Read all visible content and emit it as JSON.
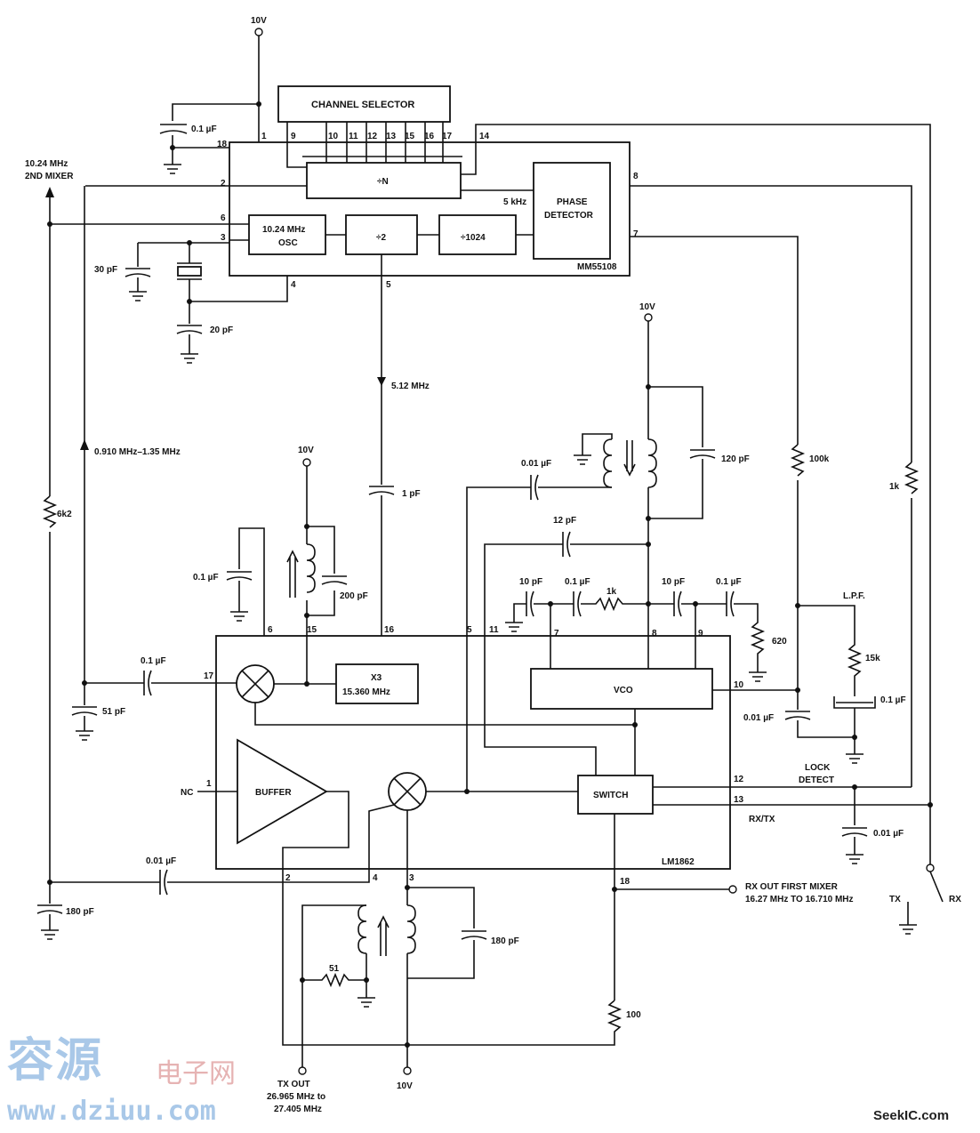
{
  "labels": {
    "v10_top": "10V",
    "channel_selector": "CHANNEL SELECTOR",
    "cap_01uf_top": "0.1 µF",
    "mhz_1024_2nd_mixer_1": "10.24 MHz",
    "mhz_1024_2nd_mixer_2": "2ND MIXER",
    "div_n": "÷N",
    "khz5": "5 kHz",
    "phase_detector_1": "PHASE",
    "phase_detector_2": "DETECTOR",
    "osc_1": "10.24 MHz",
    "osc_2": "OSC",
    "div2": "÷2",
    "div1024": "÷1024",
    "mm55108": "MM55108",
    "pf30": "30 pF",
    "pf20": "20 pF",
    "mhz512": "5.12 MHz",
    "v10_vco": "10V",
    "freq_range": "0.910 MHz–1.35 MHz",
    "k6_2": "6k2",
    "v10_mid": "10V",
    "cap_001uf_vco": "0.01 µF",
    "pf120": "120 pF",
    "k100": "100k",
    "k1": "1k",
    "pf1": "1 pF",
    "pf12": "12 pF",
    "cap_01uf_left": "0.1 µF",
    "pf200": "200 pF",
    "pf10_a": "10 pF",
    "cap_01uf_mid": "0.1 µF",
    "k1_mid": "1k",
    "pf10_b": "10 pF",
    "cap_01uf_right": "0.1 µF",
    "lpf": "L.P.F.",
    "r620": "620",
    "k15": "15k",
    "cap_01uf_lpf": "0.1 µF",
    "cap_001uf_lpf": "0.01 µF",
    "x3_1": "X3",
    "x3_2": "15.360 MHz",
    "vco": "VCO",
    "cap_01uf_17": "0.1 µF",
    "pf51": "51 pF",
    "nc": "NC",
    "buffer": "BUFFER",
    "switch": "SWITCH",
    "lock_detect_1": "LOCK",
    "lock_detect_2": "DETECT",
    "rx_tx": "RX/TX",
    "cap_001uf_sw": "0.01 µF",
    "lm1862": "LM1862",
    "cap_001uf_bottom": "0.01 µF",
    "pf180_left": "180 pF",
    "rx_out_1": "RX OUT FIRST MIXER",
    "rx_out_2": "16.27 MHz TO 16.710 MHz",
    "tx": "TX",
    "rx": "RX",
    "pf180_right": "180 pF",
    "r51": "51",
    "r100": "100",
    "tx_out_1": "TX OUT",
    "tx_out_2": "26.965 MHz to",
    "tx_out_3": "27.405 MHz",
    "v10_bottom": "10V"
  },
  "pins": {
    "p1": "1",
    "p18": "18",
    "p9": "9",
    "p10": "10",
    "p11": "11",
    "p12": "12",
    "p13": "13",
    "p15": "15",
    "p16": "16",
    "p17": "17",
    "p14": "14",
    "p2": "2",
    "p6": "6",
    "p3": "3",
    "p8": "8",
    "p7": "7",
    "p4": "4",
    "p5": "5",
    "lm6": "6",
    "lm15": "15",
    "lm16": "16",
    "lm5": "5",
    "lm11": "11",
    "lm7": "7",
    "lm8": "8",
    "lm9": "9",
    "lm17": "17",
    "lm10": "10",
    "lm1": "1",
    "lm12": "12",
    "lm13": "13",
    "lm2": "2",
    "lm4": "4",
    "lm3": "3",
    "lm18": "18"
  },
  "watermark": {
    "cn": "容源",
    "cn2": "电子网",
    "url": "www.dziuu.com",
    "seek": "SeekIC.com"
  }
}
